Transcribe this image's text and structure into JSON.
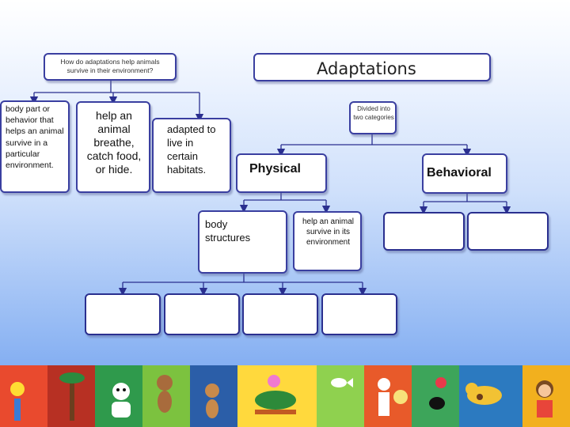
{
  "question": "How do adaptations help animals survive in their environment?",
  "title": "Adaptations",
  "definition": "body part or behavior that helps an animal survive in a particular environment.",
  "purpose": "help an animal breathe, catch food, or hide.",
  "habitats": "adapted to live in certain habitats.",
  "divided": "Divided into two categories",
  "physical": "Physical",
  "behavioral": "Behavioral",
  "body_structures": "body structures",
  "behavior_def": "help an animal survive in its environment",
  "colors": {
    "box_border": "#3a3fa0",
    "arrow": "#2a2f8f",
    "background_top": "#ffffff",
    "background_bottom": "#6a9cf0"
  },
  "icons": [
    "sun-icon",
    "palm-tree-icon",
    "cat-icon",
    "monkey-icon",
    "turtle-icon",
    "fish-icon",
    "chef-icon",
    "bird-icon",
    "cow-icon",
    "child-icon"
  ]
}
